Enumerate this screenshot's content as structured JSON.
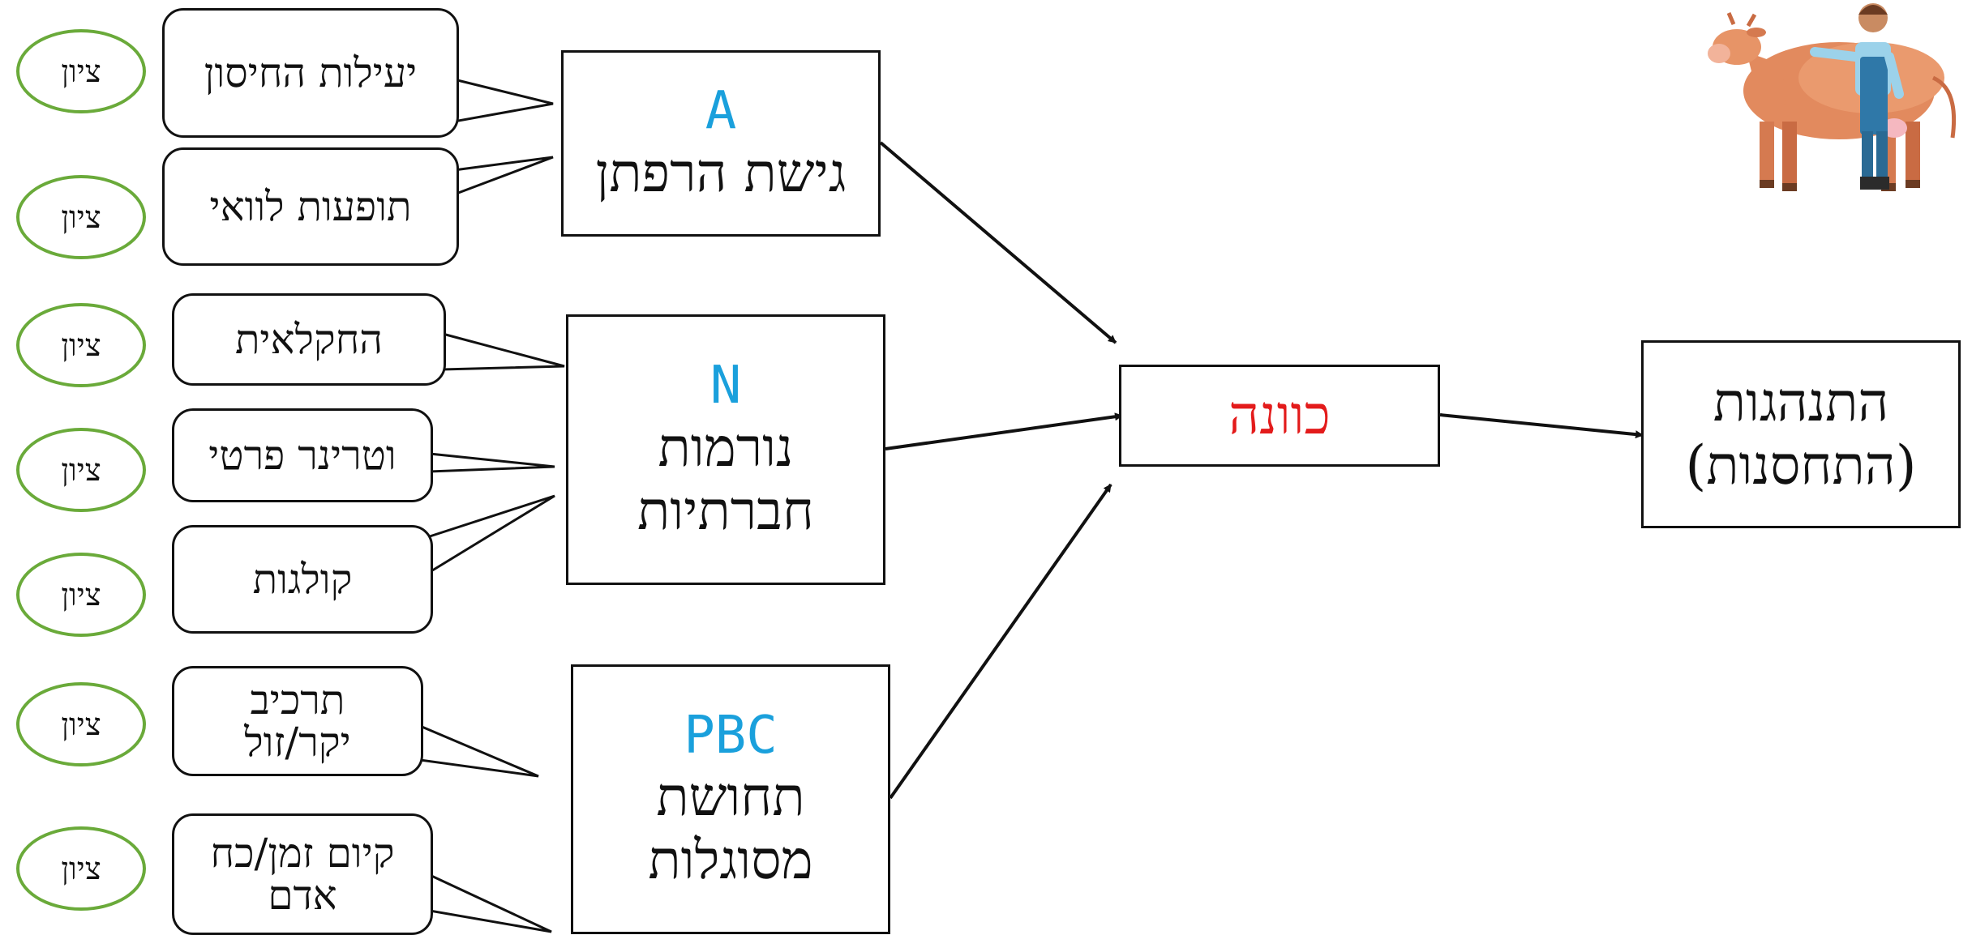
{
  "headline": "",
  "target": {
    "label": "כוונה",
    "color": "#e31b1b"
  },
  "outcome": {
    "line1": "התנהגות",
    "line2": "(התחסנות)"
  },
  "constructs": [
    {
      "code": "A",
      "line1": "גישת הרפתן",
      "line2": ""
    },
    {
      "code": "N",
      "line1": "נורמות",
      "line2": "חברתיות"
    },
    {
      "code": "PBC",
      "line1": "תחושת",
      "line2": "מסוגלות"
    }
  ],
  "factors": [
    {
      "line1": "יעילות החיסון",
      "line2": ""
    },
    {
      "line1": "תופעות לוואי",
      "line2": ""
    },
    {
      "line1": "החקלאית",
      "line2": ""
    },
    {
      "line1": "וטרינר פרטי",
      "line2": ""
    },
    {
      "line1": "קולגות",
      "line2": ""
    },
    {
      "line1": "תרכיב",
      "line2": "יקר/זול"
    },
    {
      "line1": "קיום זמן/כח",
      "line2": "אדם"
    }
  ],
  "score_label": "ציון",
  "colors": {
    "accent": "#1aa0dc",
    "oval_border": "#6aaa3a",
    "target": "#e31b1b"
  },
  "icons": {
    "illustration": "farmer-with-cow-icon"
  }
}
